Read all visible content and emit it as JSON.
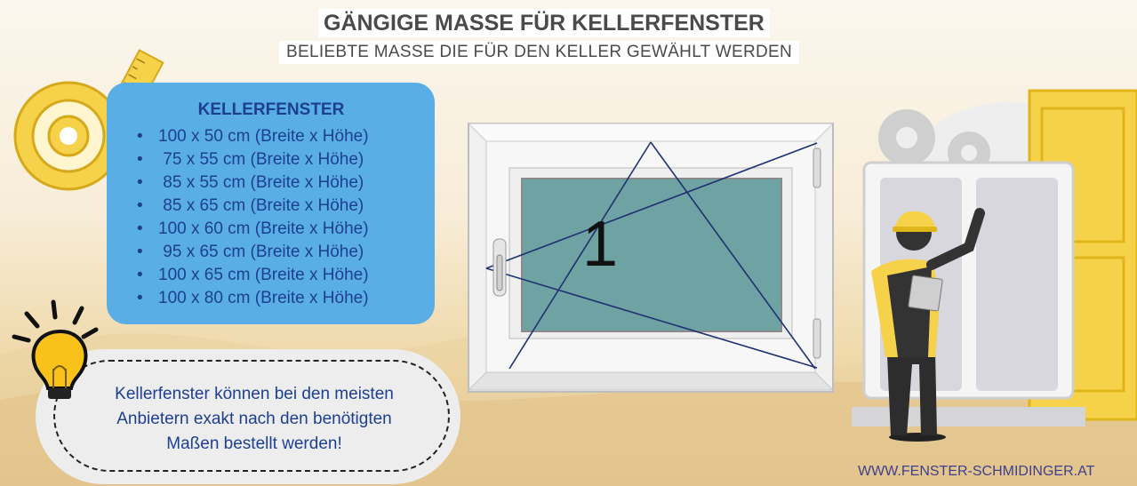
{
  "header": {
    "title": "GÄNGIGE MASSE FÜR KELLERFENSTER",
    "subtitle": "BELIEBTE MASSE DIE FÜR DEN KELLER GEWÄHLT WERDEN"
  },
  "info_box": {
    "heading": "KELLERFENSTER",
    "sizes": [
      "100 x 50 cm (Breite x Höhe)",
      " 75 x 55 cm (Breite x Höhe)",
      " 85 x 55 cm (Breite x Höhe)",
      " 85 x 65 cm (Breite x Höhe)",
      "100 x 60 cm (Breite x Höhe)",
      " 95 x 65 cm (Breite x Höhe)",
      "100 x 65 cm (Breite x Höhe)",
      "100 x 80 cm (Breite x Höhe)"
    ]
  },
  "window_illustration": {
    "number": "1"
  },
  "note": {
    "line1": "Kellerfenster können bei den meisten",
    "line2": "Anbietern exakt nach den benötigten",
    "line3": "Maßen bestellt werden!"
  },
  "footer": {
    "url": "WWW.FENSTER-SCHMIDINGER.AT"
  },
  "icons": [
    "measuring-tape-icon",
    "light-bulb-icon",
    "gear-icon",
    "worker-icon",
    "door-icon"
  ],
  "colors": {
    "accent_blue": "#5aaee6",
    "text_blue": "#1d3f8f",
    "yellow": "#f6d24a",
    "glass": "#6fa3a3"
  }
}
